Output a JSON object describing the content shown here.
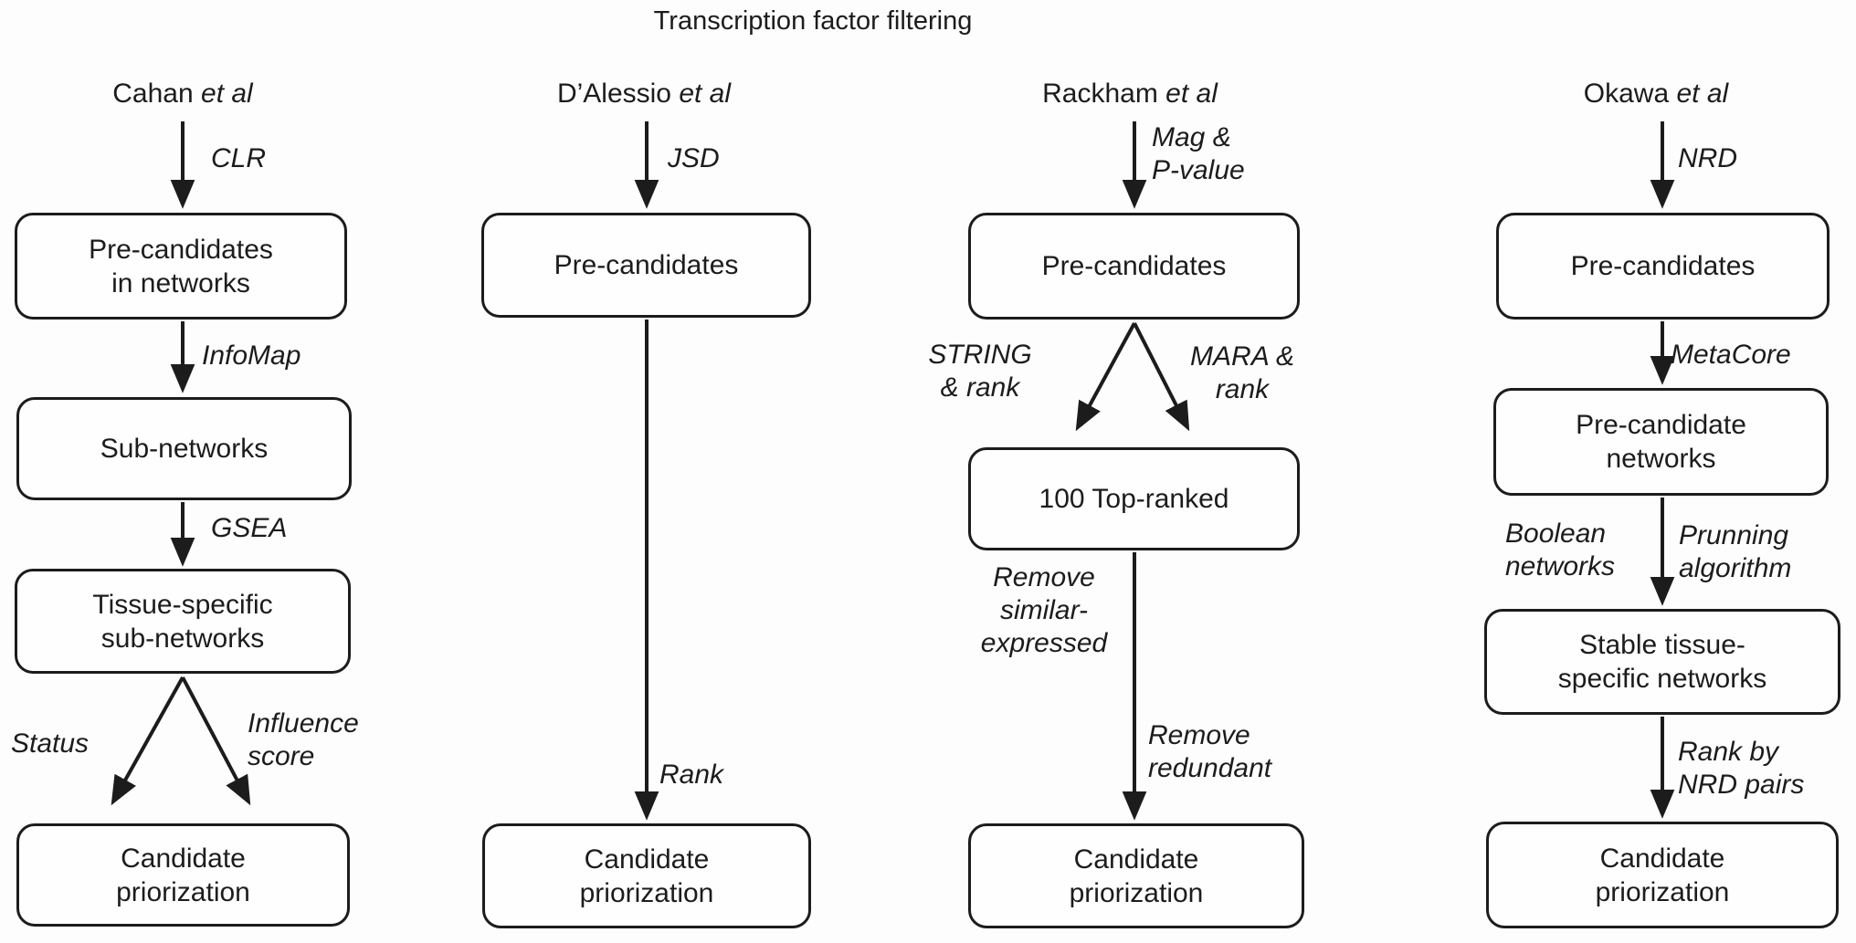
{
  "title": "Transcription factor filtering",
  "colors": {
    "ink": "#1c1c1c",
    "background": "#fdfdfd",
    "box_fill": "#fefefe"
  },
  "columns": [
    {
      "author": "Cahan",
      "etal": "et al",
      "boxes": {
        "pre_candidates": "Pre-candidates\nin networks",
        "sub_networks": "Sub-networks",
        "tissue_specific": "Tissue-specific\nsub-networks",
        "candidate": "Candidate\npriorization"
      },
      "labels": {
        "clr": "CLR",
        "infomap": "InfoMap",
        "gsea": "GSEA",
        "status": "Status",
        "influence": "Influence\nscore"
      }
    },
    {
      "author": "D’Alessio",
      "etal": "et al",
      "boxes": {
        "pre_candidates": "Pre-candidates",
        "candidate": "Candidate\npriorization"
      },
      "labels": {
        "jsd": "JSD",
        "rank": "Rank"
      }
    },
    {
      "author": "Rackham",
      "etal": "et al",
      "boxes": {
        "pre_candidates": "Pre-candidates",
        "top_ranked": "100 Top-ranked",
        "candidate": "Candidate\npriorization"
      },
      "labels": {
        "mag_pvalue": "Mag &\nP-value",
        "string_rank": "STRING\n& rank",
        "mara_rank": "MARA &\nrank",
        "remove_similar": "Remove\nsimilar-\nexpressed",
        "remove_redundant": "Remove\nredundant"
      }
    },
    {
      "author": "Okawa",
      "etal": "et al",
      "boxes": {
        "pre_candidates": "Pre-candidates",
        "pre_candidate_networks": "Pre-candidate\nnetworks",
        "stable_networks": "Stable tissue-\nspecific networks",
        "candidate": "Candidate\npriorization"
      },
      "labels": {
        "nrd": "NRD",
        "metacore": "MetaCore",
        "boolean": "Boolean\nnetworks",
        "prunning": "Prunning\nalgorithm",
        "rank_by": "Rank by\nNRD pairs"
      }
    }
  ]
}
